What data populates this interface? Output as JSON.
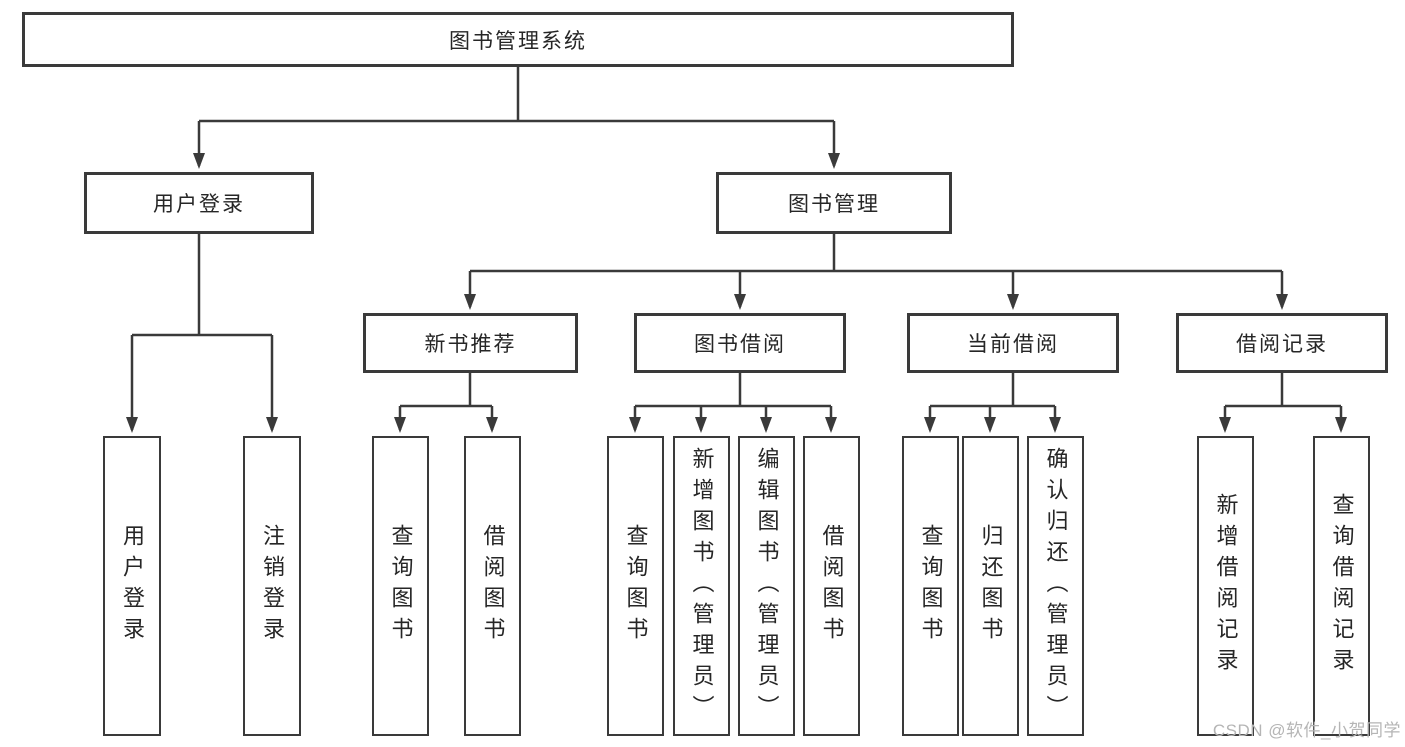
{
  "diagram": {
    "type": "hierarchy-tree",
    "title": "图书管理系统"
  },
  "colors": {
    "line": "#3a3a3a",
    "text": "#262626",
    "watermark": "#b5b5b5",
    "background": "#ffffff"
  },
  "watermark": {
    "text": "CSDN @软件_小贺同学"
  },
  "nodes": {
    "root": {
      "label": "图书管理系统",
      "children": [
        "userLogin",
        "bookMgmt"
      ]
    },
    "userLogin": {
      "label": "用户登录",
      "children": [
        "userLoginLeaf",
        "logoutLeaf"
      ]
    },
    "bookMgmt": {
      "label": "图书管理",
      "children": [
        "newBookRec",
        "bookBorrow",
        "currentBorrow",
        "borrowRecord"
      ]
    },
    "newBookRec": {
      "label": "新书推荐",
      "children": [
        "queryBook1",
        "borrowBook1"
      ]
    },
    "bookBorrow": {
      "label": "图书借阅",
      "children": [
        "queryBook2",
        "addBook",
        "editBook",
        "borrowBook2"
      ]
    },
    "currentBorrow": {
      "label": "当前借阅",
      "children": [
        "queryBook3",
        "returnBook",
        "confirmReturn"
      ]
    },
    "borrowRecord": {
      "label": "借阅记录",
      "children": [
        "addRecord",
        "queryRecord"
      ]
    },
    "userLoginLeaf": {
      "label": "用户登录"
    },
    "logoutLeaf": {
      "label": "注销登录"
    },
    "queryBook1": {
      "label": "查询图书"
    },
    "borrowBook1": {
      "label": "借阅图书"
    },
    "queryBook2": {
      "label": "查询图书"
    },
    "addBook": {
      "label": "新增图书（管理员）"
    },
    "editBook": {
      "label": "编辑图书（管理员）"
    },
    "borrowBook2": {
      "label": "借阅图书"
    },
    "queryBook3": {
      "label": "查询图书"
    },
    "returnBook": {
      "label": "归还图书"
    },
    "confirmReturn": {
      "label": "确认归还（管理员）"
    },
    "addRecord": {
      "label": "新增借阅记录"
    },
    "queryRecord": {
      "label": "查询借阅记录"
    }
  }
}
